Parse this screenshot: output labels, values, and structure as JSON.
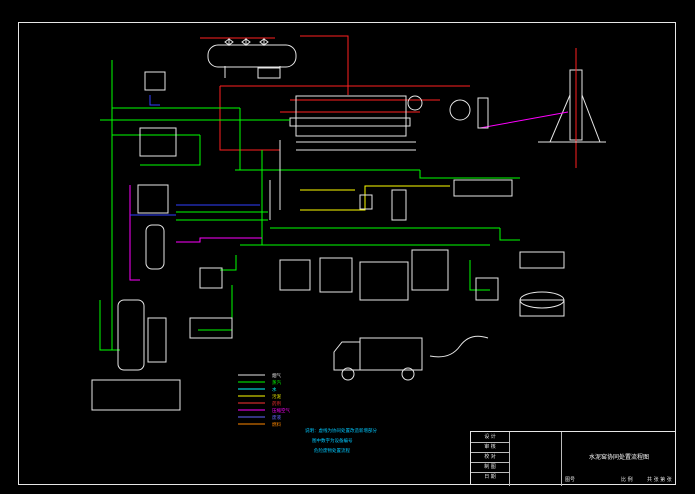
{
  "drawing": {
    "title": "水泥窑协同处置流程图",
    "footer_left": "图号",
    "footer_mid": "比 例",
    "footer_right": "共 张 第 张"
  },
  "title_block": {
    "rows": [
      "设 计",
      "审 核",
      "校 对",
      "制 图",
      "日 期"
    ]
  },
  "notes": [
    "说明：虚线为协同处置改造新增部分",
    "图中数字为设备编号",
    "危险废物处置流程"
  ],
  "legend": {
    "entries": [
      {
        "label": "烟气",
        "color": "#e6e6e6"
      },
      {
        "label": "蒸汽",
        "color": "#00ff00"
      },
      {
        "label": "水",
        "color": "#00ffff"
      },
      {
        "label": "污泥",
        "color": "#ffff00"
      },
      {
        "label": "药剂",
        "color": "#ff3333"
      },
      {
        "label": "压缩空气",
        "color": "#ff00ff"
      },
      {
        "label": "废液",
        "color": "#6666ff"
      },
      {
        "label": "燃料",
        "color": "#ff8800"
      }
    ]
  },
  "colors": {
    "background": "#000000",
    "line_white": "#e6e6e6",
    "line_green": "#00ff00",
    "line_red": "#ff2020",
    "line_blue": "#3040ff",
    "line_magenta": "#ff00ff",
    "line_yellow": "#ffff00",
    "line_cyan": "#00ffff"
  }
}
